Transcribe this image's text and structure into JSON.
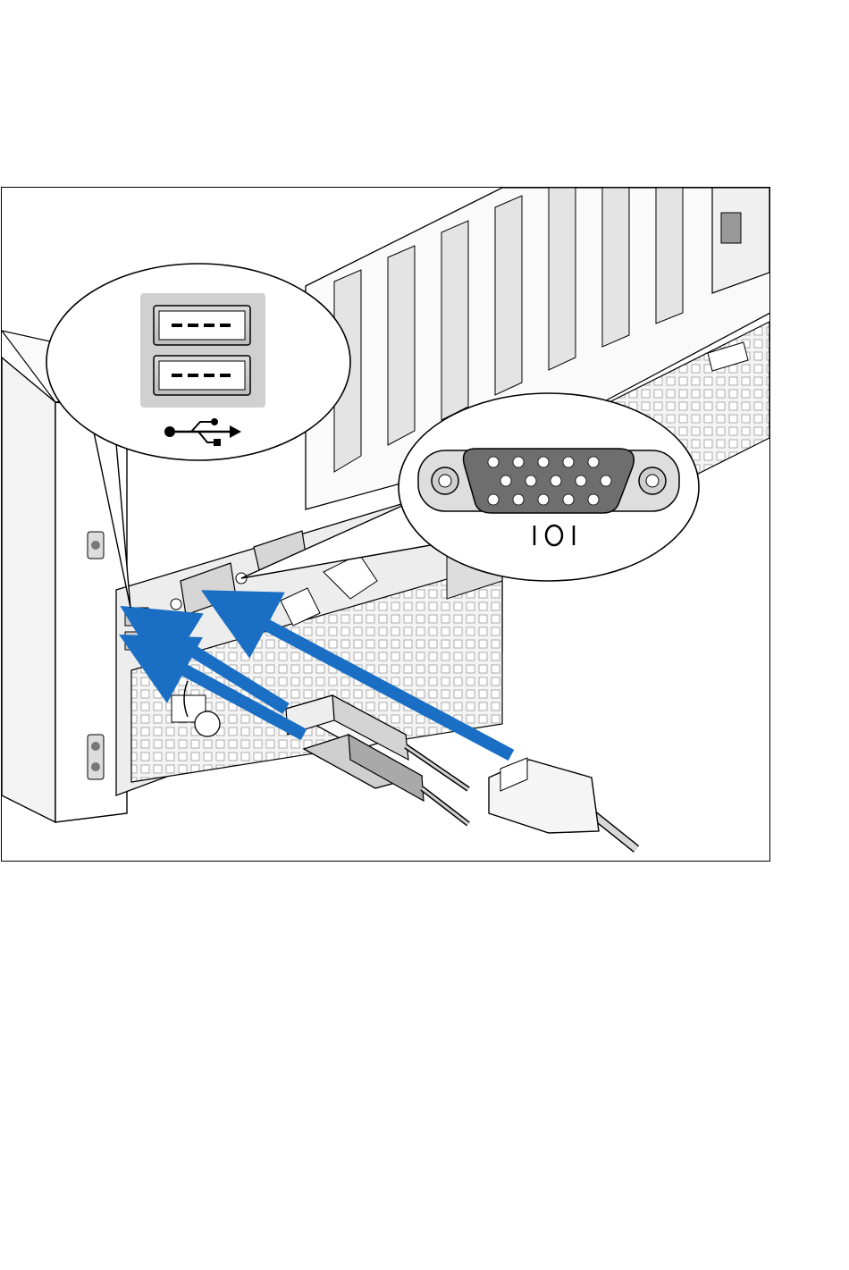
{
  "figure": {
    "callouts": [
      {
        "name": "usb-ports-callout",
        "icon": "usb-symbol-icon"
      },
      {
        "name": "video-port-callout",
        "icon": "video-port-symbol-icon"
      }
    ],
    "arrows": [
      {
        "name": "usb-connect-arrow-1",
        "color": "#1a6fc4"
      },
      {
        "name": "usb-connect-arrow-2",
        "color": "#1a6fc4"
      },
      {
        "name": "video-connect-arrow",
        "color": "#1a6fc4"
      }
    ],
    "colors": {
      "arrow": "#1a6fc4",
      "line": "#000000",
      "shade": "#c8c8c8",
      "panel": "#ededed"
    }
  }
}
